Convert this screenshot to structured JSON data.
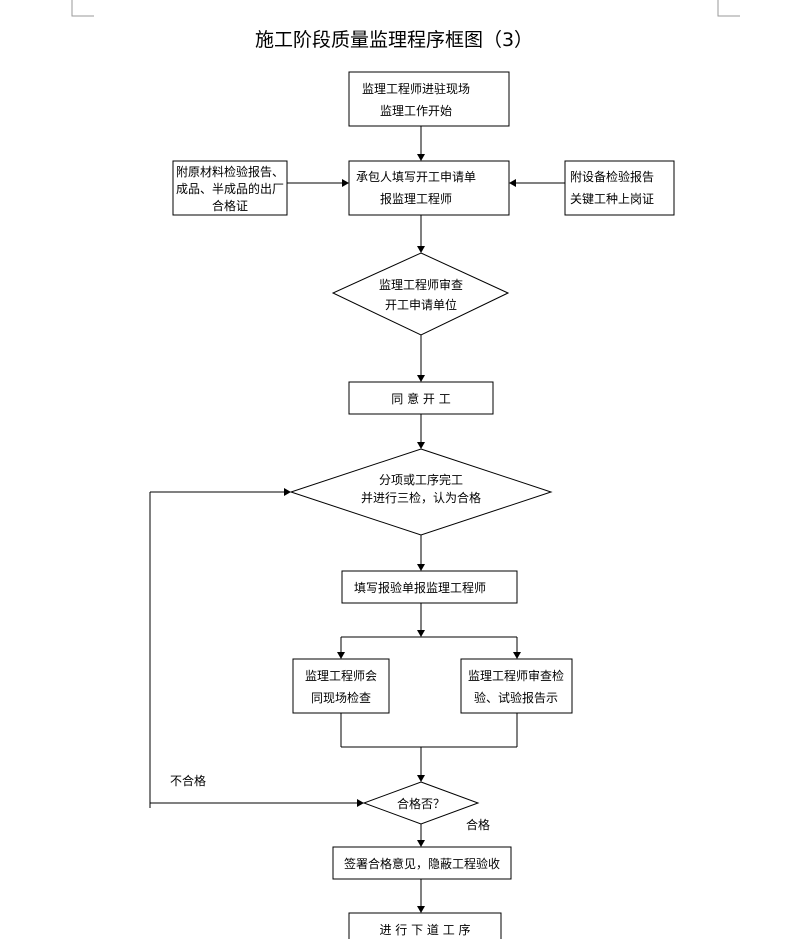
{
  "title": "施工阶段质量监理程序框图（3）",
  "nodes": {
    "start": [
      "监理工程师进驻现场",
      "监理工作开始"
    ],
    "apply": [
      "承包人填写开工申请单",
      "报监理工程师"
    ],
    "left_note": [
      "附原材料检验报告、",
      "成品、半成品的出厂",
      "合格证"
    ],
    "right_note": [
      "附设备检验报告",
      "关键工种上岗证"
    ],
    "review": [
      "监理工程师审查",
      "开工申请单位"
    ],
    "agree": "同  意  开  工",
    "selfcheck": [
      "分项或工序完工",
      "并进行三检，认为合格"
    ],
    "inspect_form": "填写报验单报监理工程师",
    "joint_check": [
      "监理工程师会",
      "同现场检查"
    ],
    "report_review": [
      "监理工程师审查检",
      "验、试验报告示"
    ],
    "qualified_q": "合格否？",
    "sign": "签署合格意见，隐蔽工程验收",
    "next": "进 行 下 道 工 序"
  },
  "labels": {
    "fail": "不合格",
    "pass": "合格"
  }
}
